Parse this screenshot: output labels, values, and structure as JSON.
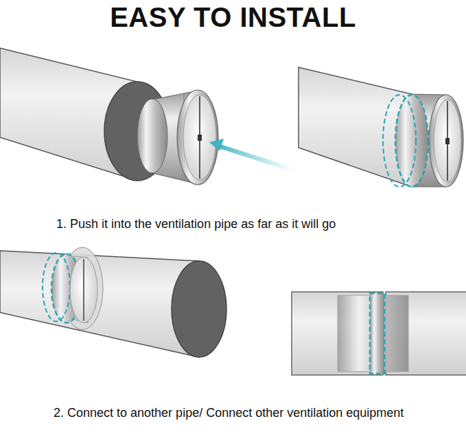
{
  "diagram": {
    "title": "EASY TO INSTALL",
    "labels": [
      "1. Push it into the ventilation pipe as far as it will go",
      "2. Connect to another pipe/ Connect other ventilation equipment"
    ]
  }
}
